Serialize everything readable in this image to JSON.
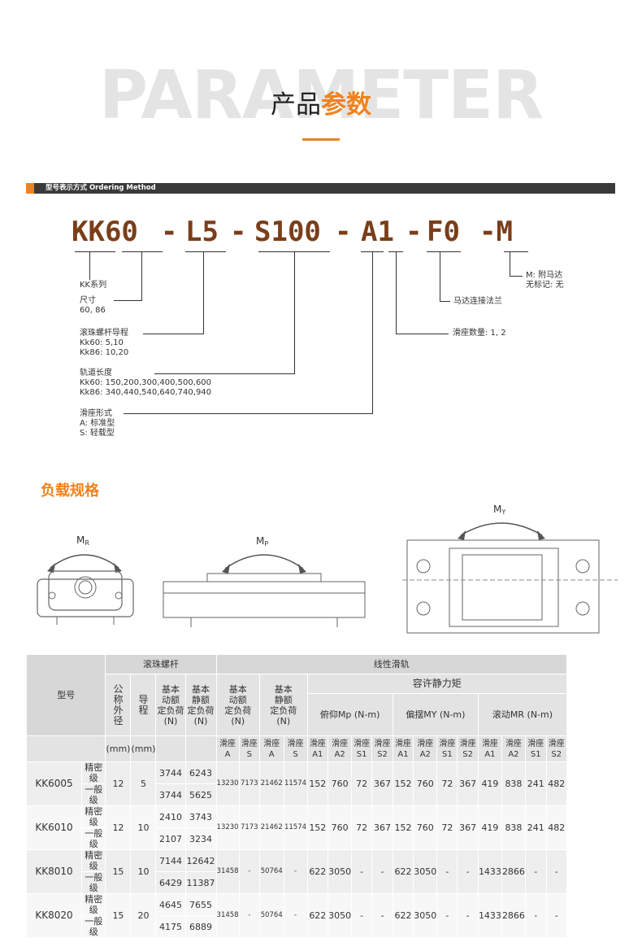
{
  "header": {
    "watermark": "PARAMETER",
    "title_a": "产品",
    "title_b": "参数"
  },
  "bar_label": "型号表示方式  Ordering Method",
  "code": [
    "KK60",
    "-",
    "L5",
    "-",
    "S100",
    "-",
    "A1",
    "-",
    "F0",
    "-M"
  ],
  "left_notes": {
    "kk": "KK系列",
    "size": "尺寸\n60, 86",
    "lead": "滚珠螺杆导程\nKk60: 5,10\nKk86: 10,20",
    "rail": "轨道长度\nKk60: 150,200,300,400,500,600\nKk86: 340,440,540,640,740,940",
    "slider": "滑座形式\nA: 标准型\nS: 轻载型"
  },
  "right_notes": {
    "motor": "M: 附马达\n无标记: 无",
    "flange": "马达连接法兰",
    "qty": "滑座数量: 1, 2"
  },
  "section_title": "负载规格",
  "diagram_labels": {
    "mr": "M",
    "mr_sub": "R",
    "mp": "M",
    "mp_sub": "P",
    "my": "M",
    "my_sub": "Y"
  },
  "table": {
    "h_model": "型号",
    "h_screw": "滚珠螺杆",
    "h_rail": "线性滑轨",
    "h_dia": "公\n称\n外\n径",
    "h_lead": "导\n程",
    "h_dyn": "基本\n动额\n定负荷\n(N)",
    "h_sta": "基本\n静额\n定负荷\n(N)",
    "h_moment": "容许静力矩",
    "h_pitch": "俯仰Mp (N-m)",
    "h_yaw": "偏摆MY (N-m)",
    "h_roll": "滚动MR (N-m)",
    "unit_mm1": "(mm)",
    "unit_mm2": "(mm)",
    "sub": [
      "滑座\nA",
      "滑座\nS",
      "滑座\nA",
      "滑座\nS",
      "滑座\nA1",
      "滑座\nA2",
      "滑座\nS1",
      "滑座\nS2",
      "滑座\nA1",
      "滑座\nA2",
      "滑座\nS1",
      "滑座\nS2",
      "滑座\nA1",
      "滑座\nA2",
      "滑座\nS1",
      "滑座\nS2"
    ],
    "rows": [
      {
        "model": "KK6005",
        "g1": "精密级",
        "g2": "一般级",
        "dia": "12",
        "lead": "5",
        "d1": "3744",
        "s1": "6243",
        "d2": "3744",
        "s2": "5625",
        "v": [
          "13230",
          "7173",
          "21462",
          "11574",
          "152",
          "760",
          "72",
          "367",
          "152",
          "760",
          "72",
          "367",
          "419",
          "838",
          "241",
          "482"
        ]
      },
      {
        "model": "KK6010",
        "g1": "精密级",
        "g2": "一般级",
        "dia": "12",
        "lead": "10",
        "d1": "2410",
        "s1": "3743",
        "d2": "2107",
        "s2": "3234",
        "v": [
          "13230",
          "7173",
          "21462",
          "11574",
          "152",
          "760",
          "72",
          "367",
          "152",
          "760",
          "72",
          "367",
          "419",
          "838",
          "241",
          "482"
        ]
      },
      {
        "model": "KK8010",
        "g1": "精密级",
        "g2": "一般级",
        "dia": "15",
        "lead": "10",
        "d1": "7144",
        "s1": "12642",
        "d2": "6429",
        "s2": "11387",
        "v": [
          "31458",
          "-",
          "50764",
          "-",
          "622",
          "3050",
          "-",
          "-",
          "622",
          "3050",
          "-",
          "-",
          "1433",
          "2866",
          "-",
          "-"
        ]
      },
      {
        "model": "KK8020",
        "g1": "精密级",
        "g2": "一般级",
        "dia": "15",
        "lead": "20",
        "d1": "4645",
        "s1": "7655",
        "d2": "4175",
        "s2": "6889",
        "v": [
          "31458",
          "-",
          "50764",
          "-",
          "622",
          "3050",
          "-",
          "-",
          "622",
          "3050",
          "-",
          "-",
          "1433",
          "2866",
          "-",
          "-"
        ]
      }
    ]
  }
}
